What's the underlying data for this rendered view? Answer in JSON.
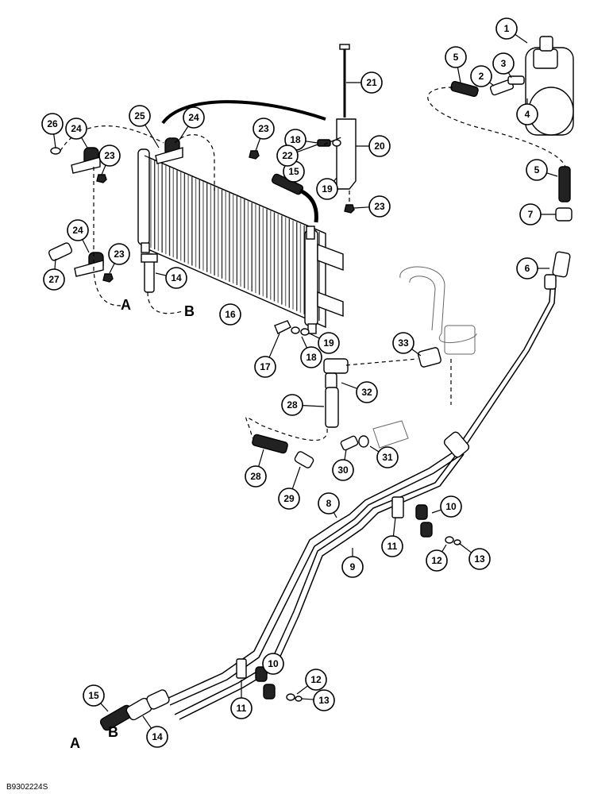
{
  "diagram": {
    "drawing_code": "B9302224S",
    "callouts": [
      "1",
      "2",
      "3",
      "4",
      "5",
      "5",
      "6",
      "7",
      "8",
      "9",
      "10",
      "10",
      "11",
      "11",
      "12",
      "12",
      "13",
      "13",
      "14",
      "14",
      "15",
      "15",
      "16",
      "17",
      "18",
      "18",
      "19",
      "19",
      "20",
      "21",
      "22",
      "23",
      "23",
      "23",
      "23",
      "24",
      "24",
      "24",
      "25",
      "26",
      "27",
      "28",
      "28",
      "29",
      "30",
      "31",
      "32",
      "33"
    ],
    "line_labels": [
      "A",
      "B",
      "A",
      "B"
    ]
  }
}
